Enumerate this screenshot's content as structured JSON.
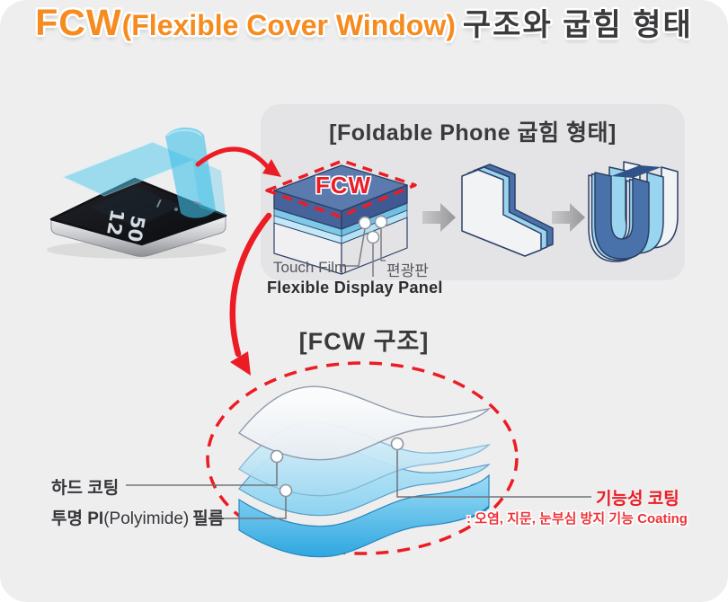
{
  "title": {
    "fcw": "FCW",
    "paren": "(Flexible Cover Window)",
    "rest": "구조와 굽힘 형태"
  },
  "fold_panel": {
    "heading": "[Foldable Phone 굽힘 형태]",
    "fcw_badge": "FCW",
    "label_touch_film": "Touch Film",
    "label_polarizer": "편광판",
    "label_display_panel": "Flexible Display Panel"
  },
  "structure": {
    "heading": "[FCW 구조]",
    "label_hard_coating": "하드 코팅",
    "label_pi_bold": "투명 PI",
    "label_pi_paren": "(Polyimide)",
    "label_pi_tail": "필름",
    "label_functional_coating": "기능성 코팅",
    "functional_desc": ": 오염, 지문, 눈부심 방지 기능 Coating"
  },
  "phone": {
    "clock_hour": "12",
    "clock_min": "50"
  },
  "colors": {
    "accent_orange": "#F68B1F",
    "accent_red": "#EC1C24",
    "title_dark": "#3A3A3C",
    "canvas_bg": "#EEEEEF",
    "panel_bg": "#E4E4E6",
    "fcw_blue": "#4A72AA",
    "light_blue": "#9AD5F0",
    "film_cyan": "#49C4EA",
    "display_white": "#F2F3F5"
  }
}
